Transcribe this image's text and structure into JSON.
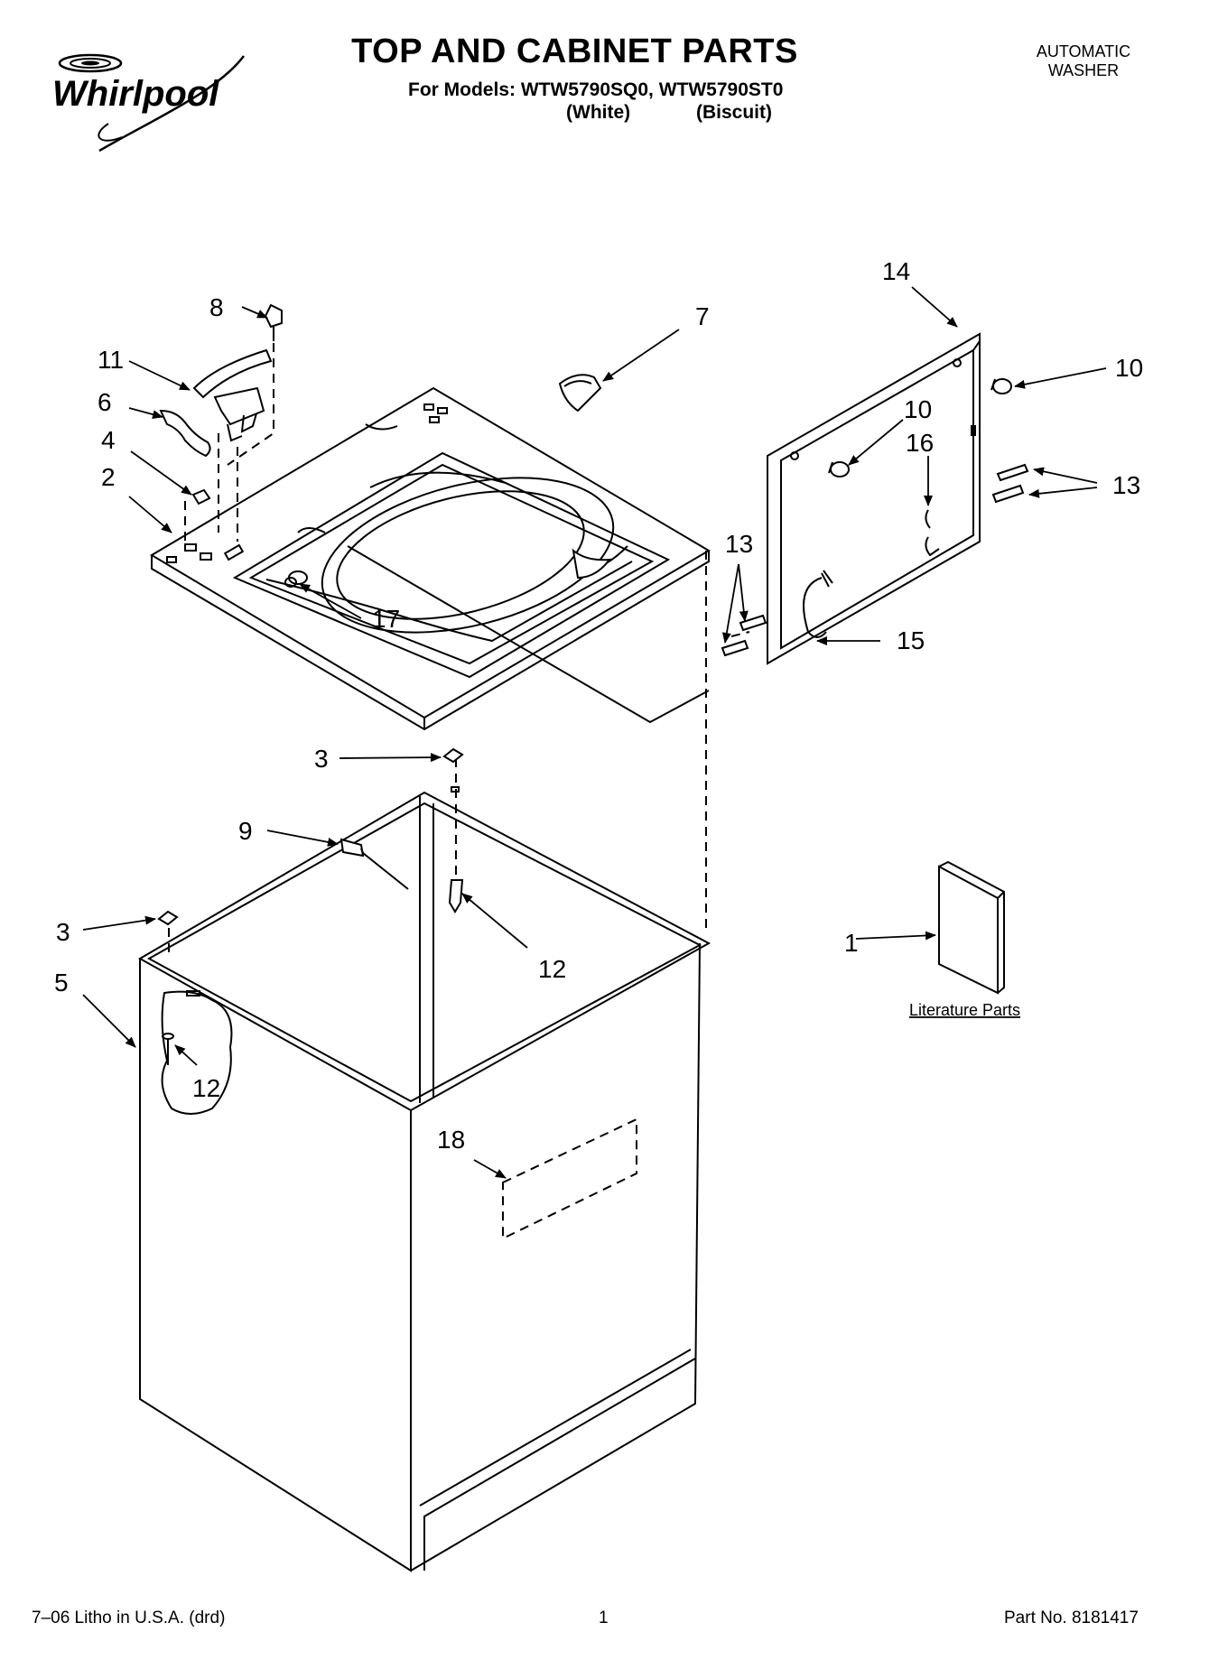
{
  "header": {
    "brand": "Whirlpool",
    "title": "TOP AND CABINET PARTS",
    "models_line": "For Models: WTW5790SQ0, WTW5790ST0",
    "variants": [
      "(White)",
      "(Biscuit)"
    ],
    "product_type": [
      "AUTOMATIC",
      "WASHER"
    ]
  },
  "callouts": [
    "1",
    "2",
    "3",
    "3",
    "4",
    "5",
    "6",
    "7",
    "8",
    "9",
    "10",
    "10",
    "11",
    "12",
    "12",
    "13",
    "13",
    "14",
    "15",
    "16",
    "17",
    "18"
  ],
  "literature_label": "Literature Parts",
  "footer": {
    "print_info": "7–06 Litho in U.S.A. (drd)",
    "page_number": "1",
    "part_number": "Part No. 8181417"
  }
}
